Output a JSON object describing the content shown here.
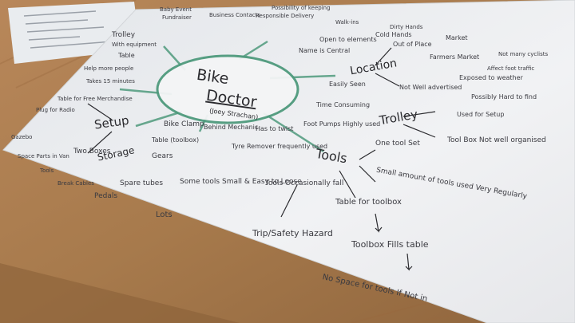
{
  "photo": {
    "subject": "hand-drawn mind map on a sheet of paper lying on a wooden table",
    "colors": {
      "table": "#a77a4c",
      "table_dark": "#8a6038",
      "paper": "#eef0f2",
      "ink": "#2a2a2e",
      "marker_green": "#4f9a7d"
    }
  },
  "mindmap": {
    "center_title_line1": "Bike",
    "center_title_line2": "Doctor",
    "center_subtitle": "(Joey Strachan)",
    "branches": {
      "setup": "Setup",
      "tools": "Tools",
      "location": "Location",
      "trolley": "Trolley",
      "storage": "Storage"
    },
    "notes": {
      "top_strip": [
        "Baby Event",
        "Fundraiser",
        "Business Contacts",
        "Responsible Delivery",
        "Possibility of keeping",
        "Walk-ins",
        "Dirty Hands"
      ],
      "top_left": [
        "Trolley",
        "With equipment",
        "Table",
        "Help more people",
        "Takes 15 minutes"
      ],
      "left": [
        "Table for Free Merchandise",
        "Plug for Radio",
        "Gazebo",
        "Space Parts in Van",
        "Tools",
        "Break Cables",
        "Two Boxes",
        "Pedals",
        "Spare tubes",
        "Lots",
        "Gears",
        "Bike Clamp",
        "Table (toolbox)"
      ],
      "middle": [
        "Behind Mechanic",
        "Has to twist",
        "Tyre Remover frequently used",
        "Some tools Small & Easy to Loose",
        "Tools Occasionally fall",
        "Trip/Safety Hazard",
        "Table for toolbox",
        "Toolbox Fills table",
        "No Space for tools If Not in"
      ],
      "right": [
        "Time Consuming",
        "Foot Pumps Highly used",
        "One tool Set",
        "Small amount of tools used Very Regularly",
        "Used for Setup",
        "Tool Box Not well organised",
        "Not Well advertised",
        "Exposed to weather",
        "Possibly Hard to find",
        "Out of Place",
        "Market",
        "Not many cyclists",
        "Farmers Market",
        "Affect foot traffic",
        "Easily Seen",
        "Cold Hands",
        "Name is Central",
        "Open to elements"
      ]
    }
  }
}
